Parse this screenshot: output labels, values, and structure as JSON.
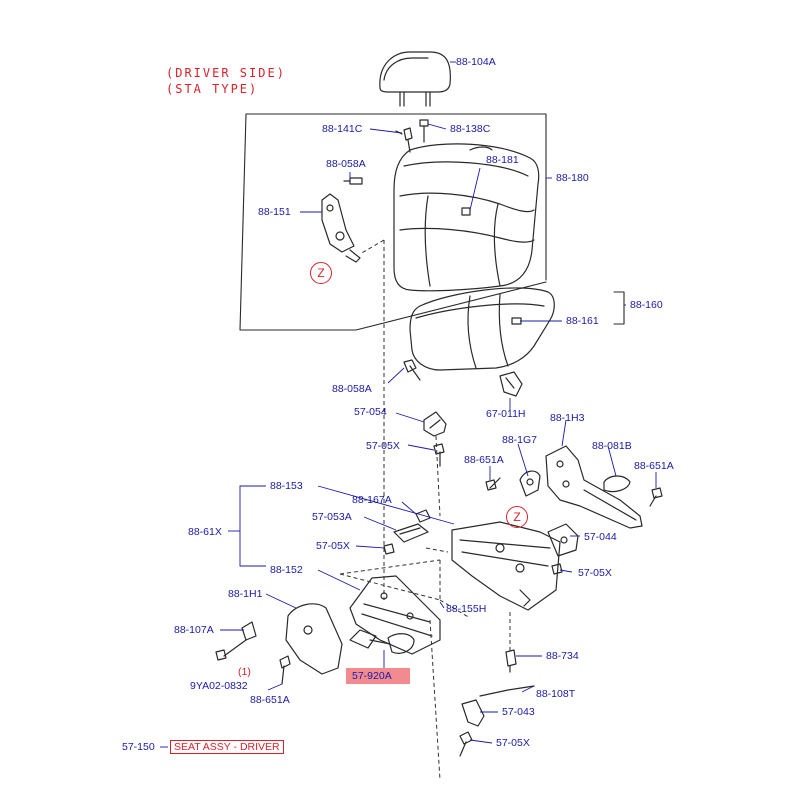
{
  "titles": {
    "line1": "(DRIVER SIDE)",
    "line2": "(STA TYPE)"
  },
  "labels": {
    "l_88_104A": "88-104A",
    "l_88_141C": "88-141C",
    "l_88_138C": "88-138C",
    "l_88_058A_top": "88-058A",
    "l_88_181": "88-181",
    "l_88_180": "88-180",
    "l_88_151": "88-151",
    "l_88_160": "88-160",
    "l_88_161": "88-161",
    "l_88_058A_mid": "88-058A",
    "l_67_011H": "67-011H",
    "l_57_054": "57-054",
    "l_88_1H3": "88-1H3",
    "l_88_1G7": "88-1G7",
    "l_57_05X_a": "57-05X",
    "l_88_081B": "88-081B",
    "l_88_651A_a": "88-651A",
    "l_88_651A_b": "88-651A",
    "l_88_153": "88-153",
    "l_88_167A": "88-167A",
    "l_57_053A": "57-053A",
    "l_88_61X": "88-61X",
    "l_57_044": "57-044",
    "l_57_05X_b": "57-05X",
    "l_88_152": "88-152",
    "l_57_05X_c": "57-05X",
    "l_88_1H1": "88-1H1",
    "l_88_155H": "88-155H",
    "l_88_107A": "88-107A",
    "l_88_734": "88-734",
    "l_note_1": "(1)",
    "l_9YA02": "9YA02-0832",
    "l_88_651A_c": "88-651A",
    "l_88_108T": "88-108T",
    "l_57_043": "57-043",
    "l_57_05X_d": "57-05X",
    "l_57_150": "57-150"
  },
  "zmarks": {
    "z1": "Z",
    "z2": "Z"
  },
  "highlight_part": "57-920A",
  "seat_assy_label": "SEAT ASSY - DRIVER",
  "colors": {
    "label_blue": "#1a1aa6",
    "accent_red": "#d8222a",
    "highlight_pink": "#f28b90"
  }
}
